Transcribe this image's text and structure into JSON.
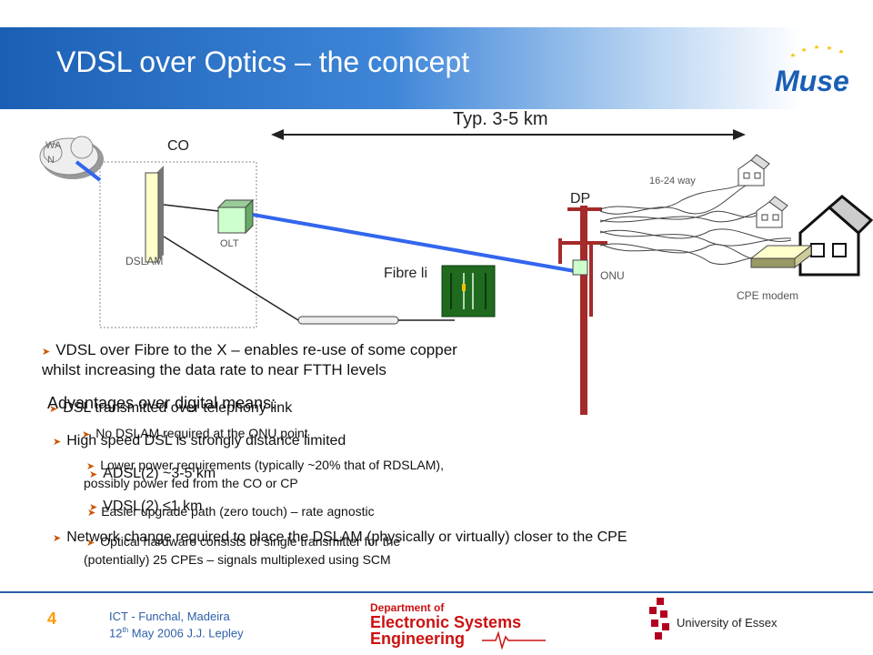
{
  "slide": {
    "title": "VDSL over Optics – the concept",
    "page_number": "4"
  },
  "diagram": {
    "distance_label": "Typ. 3-5 km",
    "wan_label_1": "WA",
    "wan_label_2": "N",
    "co_label": "CO",
    "dslam_label": "DSLAM",
    "olt_label": "OLT",
    "dp_label": "DP",
    "fibre_label": "Fibre li",
    "onu_label": "ONU",
    "way_label": "16-24 way",
    "cpe_label": "CPE modem"
  },
  "bullets": {
    "intro_line1": "VDSL over Fibre to the X – enables re-use of some copper",
    "intro_line2": "whilst increasing the data rate to near FTTH levels",
    "advantages_heading": "Advantages over digital means:",
    "overlap_dsl_transmitted": "DSL transmitted over telephony link",
    "no_dslam": "No DSLAM required at the ONU point",
    "high_speed": "High speed DSL is strongly distance limited",
    "lower_power_1": "Lower power requirements (typically ~20% that of RDSLAM),",
    "lower_power_2": "possibly power fed from the CO or CP",
    "adsl": "ADSL(2) ~3-5 km",
    "easier_upgrade": "Easier upgrade path (zero touch) – rate agnostic",
    "vdsl": "VDSL(2) ≤1 km",
    "network_change": "Network change required to place the DSLAM (physically or virtually) closer to the CPE",
    "optical_1": "Optical hardware consists of single transmitter for the",
    "optical_2": "(potentially) 25 CPEs – signals multiplexed using SCM"
  },
  "footer": {
    "line1": "ICT - Funchal, Madeira",
    "line2_pre": "12",
    "line2_sup": "th",
    "line2_post": " May 2006 J.J. Lepley",
    "logo_muse": "Muse",
    "dept_line1": "Department of",
    "dept_line2": "Electronic Systems",
    "dept_line3": "Engineering",
    "uni_name": "University of Essex"
  },
  "colors": {
    "title_blue": "#1a5fb4",
    "accent_orange": "#ff9900",
    "fibre_blue": "#3366ee",
    "footer_blue": "#2d5fa8",
    "dept_red": "#cc1111",
    "essex_red": "#b40020"
  }
}
